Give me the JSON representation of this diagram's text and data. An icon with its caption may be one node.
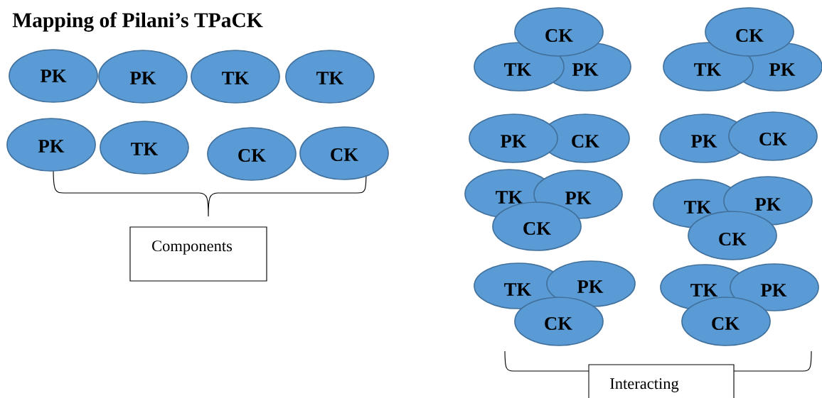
{
  "diagram": {
    "title": "Mapping of Pilani’s TPaCK",
    "nodes": [
      {
        "text": [
          "PK"
        ]
      },
      {
        "text": [
          "PK"
        ]
      },
      {
        "text": [
          "TK"
        ]
      },
      {
        "text": [
          "TK"
        ]
      },
      {
        "text": [
          "PK"
        ]
      },
      {
        "text": [
          "TK"
        ]
      },
      {
        "text": [
          "CK"
        ]
      },
      {
        "text": [
          "CK"
        ]
      },
      {
        "text": [
          "Components"
        ]
      },
      {
        "text": [
          "CK"
        ]
      },
      {
        "text": [
          "TK"
        ]
      },
      {
        "text": [
          "PK"
        ]
      },
      {
        "text": [
          "CK"
        ]
      },
      {
        "text": [
          "TK"
        ]
      },
      {
        "text": [
          "PK"
        ]
      },
      {
        "text": [
          "PK"
        ]
      },
      {
        "text": [
          "CK"
        ]
      },
      {
        "text": [
          "PK"
        ]
      },
      {
        "text": [
          "CK"
        ]
      },
      {
        "text": [
          "TK"
        ]
      },
      {
        "text": [
          "PK"
        ]
      },
      {
        "text": [
          "CK"
        ]
      },
      {
        "text": [
          "TK"
        ]
      },
      {
        "text": [
          "PK"
        ]
      },
      {
        "text": [
          "CK"
        ]
      },
      {
        "text": [
          "TK"
        ]
      },
      {
        "text": [
          "PK"
        ]
      },
      {
        "text": [
          "CK"
        ]
      },
      {
        "text": [
          "TK"
        ]
      },
      {
        "text": [
          "PK"
        ]
      },
      {
        "text": [
          "CK"
        ]
      },
      {
        "text": [
          "Interacting"
        ]
      }
    ]
  }
}
